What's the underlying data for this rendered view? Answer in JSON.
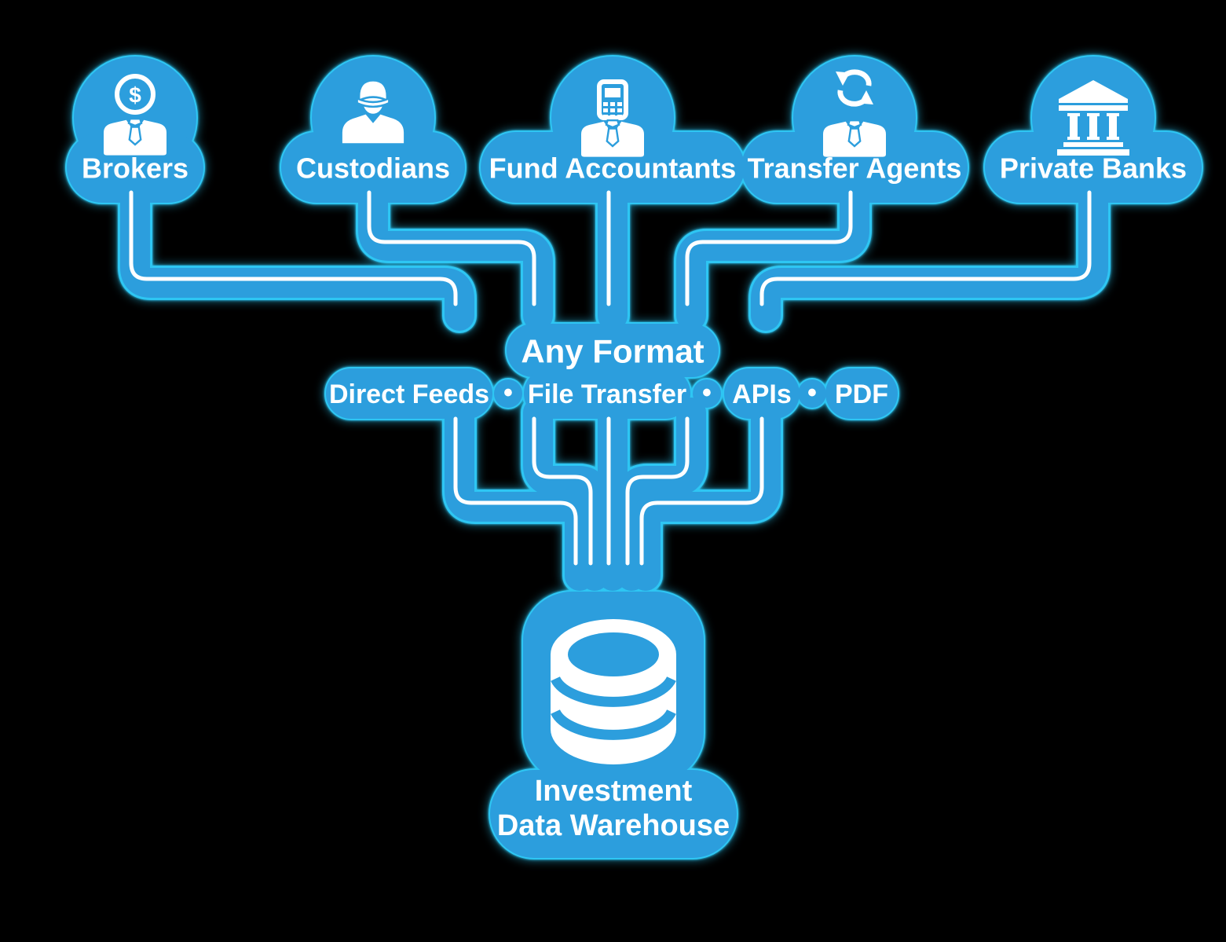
{
  "colors": {
    "background": "#000000",
    "shape_fill": "#2c9edd",
    "rim_glow": "#2ec6f3",
    "content": "#ffffff"
  },
  "sources": [
    {
      "label": "Brokers",
      "icon": "dollar-person-icon",
      "icon_text": "$"
    },
    {
      "label": "Custodians",
      "icon": "capped-person-icon"
    },
    {
      "label": "Fund Accountants",
      "icon": "calculator-person-icon"
    },
    {
      "label": "Transfer Agents",
      "icon": "swap-arrows-person-icon"
    },
    {
      "label": "Private Banks",
      "icon": "bank-building-icon"
    }
  ],
  "hub": {
    "title": "Any Format",
    "formats": [
      "Direct Feeds",
      "File Transfer",
      "APIs",
      "PDF"
    ],
    "separator": "•"
  },
  "destination": {
    "icon": "database-icon",
    "label_line1": "Investment",
    "label_line2": "Data Warehouse"
  }
}
